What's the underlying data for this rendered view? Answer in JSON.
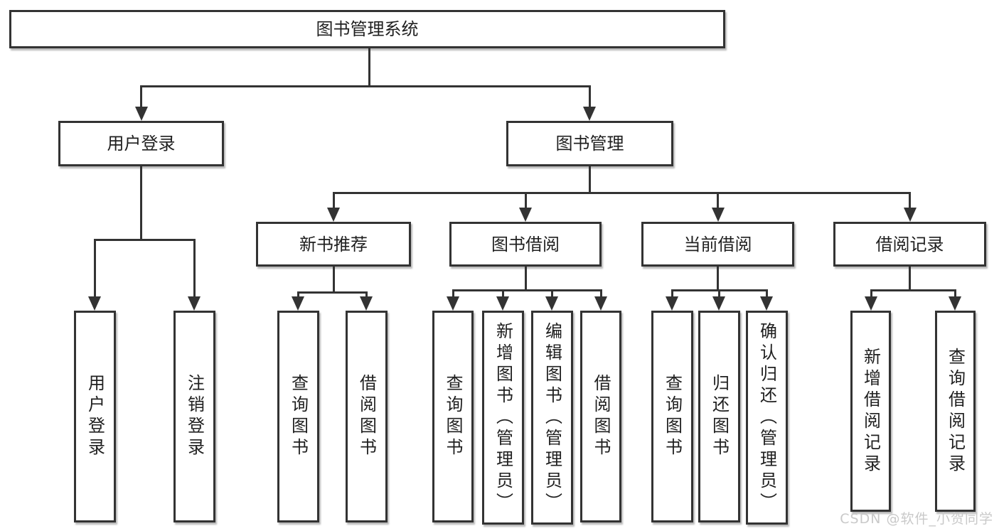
{
  "tree": {
    "root_label": "图书管理系统",
    "branches": [
      {
        "label": "用户登录",
        "leaves": [
          "用户登录",
          "注销登录"
        ]
      },
      {
        "label": "图书管理",
        "sections": [
          {
            "label": "新书推荐",
            "leaves": [
              "查询图书",
              "借阅图书"
            ]
          },
          {
            "label": "图书借阅",
            "leaves": [
              "查询图书",
              "新增图书（管理员）",
              "编辑图书（管理员）",
              "借阅图书"
            ]
          },
          {
            "label": "当前借阅",
            "leaves": [
              "查询图书",
              "归还图书",
              "确认归还（管理员）"
            ]
          },
          {
            "label": "借阅记录",
            "leaves": [
              "新增借阅记录",
              "查询借阅记录"
            ]
          }
        ]
      }
    ]
  },
  "watermark": {
    "text": "CSDN @软件_小贺同学"
  },
  "colors": {
    "line": "#333333",
    "box_border": "#333333",
    "box_background": "#ffffff",
    "text": "#1f1f1f",
    "page_background": "#ffffff",
    "watermark": "#c9c9c9"
  }
}
